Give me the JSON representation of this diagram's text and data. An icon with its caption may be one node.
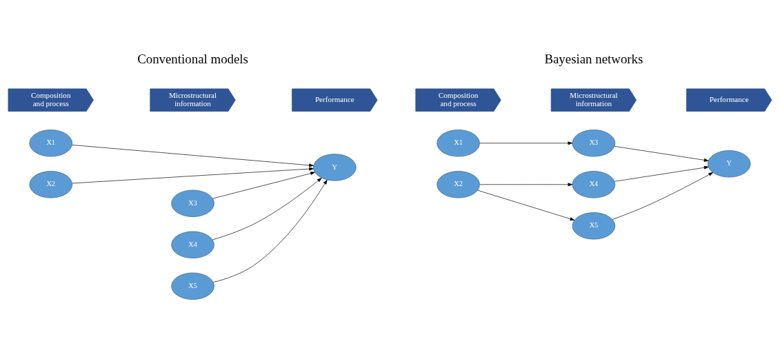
{
  "diagram": {
    "nodes": [
      {
        "text": [
          "Composition and process"
        ]
      },
      {
        "text": [
          "Microstructural information"
        ]
      },
      {
        "text": [
          "Performance"
        ]
      },
      {
        "text": [
          "X1"
        ]
      },
      {
        "text": [
          "X2"
        ]
      },
      {
        "text": [
          "X3"
        ]
      },
      {
        "text": [
          "X4"
        ]
      },
      {
        "text": [
          "X5"
        ]
      },
      {
        "text": [
          "Y"
        ]
      },
      {
        "text": [
          "Composition and process"
        ]
      },
      {
        "text": [
          "Microstructural information"
        ]
      },
      {
        "text": [
          "Performance"
        ]
      },
      {
        "text": [
          "X1"
        ]
      },
      {
        "text": [
          "X2"
        ]
      },
      {
        "text": [
          "X3"
        ]
      },
      {
        "text": [
          "X4"
        ]
      },
      {
        "text": [
          "X5"
        ]
      },
      {
        "text": [
          "Y"
        ]
      }
    ],
    "edges": [
      {
        "from": 3,
        "to": 8,
        "arrow": "to"
      },
      {
        "from": 4,
        "to": 8,
        "arrow": "to"
      },
      {
        "from": 5,
        "to": 8,
        "arrow": "to"
      },
      {
        "from": 6,
        "to": 8,
        "arrow": "to"
      },
      {
        "from": 7,
        "to": 8,
        "arrow": "to"
      },
      {
        "from": 12,
        "to": 14,
        "arrow": "to"
      },
      {
        "from": 13,
        "to": 15,
        "arrow": "to"
      },
      {
        "from": 13,
        "to": 16,
        "arrow": "to"
      },
      {
        "from": 14,
        "to": 17,
        "arrow": "to"
      },
      {
        "from": 15,
        "to": 17,
        "arrow": "to"
      },
      {
        "from": 16,
        "to": 17,
        "arrow": "to"
      }
    ],
    "labels": [
      "Conventional models",
      "Bayesian networks"
    ]
  }
}
